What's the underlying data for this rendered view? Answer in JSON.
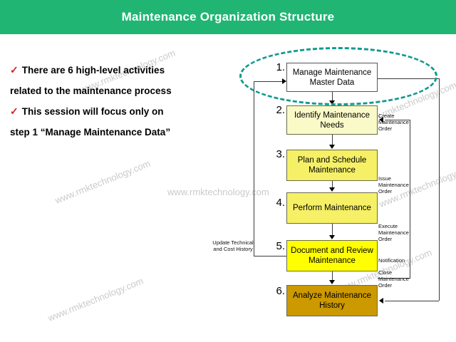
{
  "header": {
    "title": "Maintenance Organization Structure",
    "bg_color": "#21b573",
    "text_color": "#ffffff"
  },
  "bullets": {
    "check_glyph": "✓",
    "check_color": "#d81e1e",
    "items": [
      {
        "line1": "There are 6 high-level activities",
        "line2": "related to the maintenance process"
      },
      {
        "line1": "This session will focus only on",
        "line2": "step 1 “Manage Maintenance Data”"
      }
    ]
  },
  "watermark": {
    "text": "www.rmktechnology.com",
    "color": "#c9cacd"
  },
  "diagram": {
    "highlight": {
      "name": "dashed-ellipse-around-step-1",
      "color": "#129a8e",
      "style": "dashed"
    },
    "steps": [
      {
        "number": "1.",
        "label": "Manage Maintenance\nMaster Data",
        "line1": "Manage Maintenance",
        "line2": "Master Data",
        "color": "#ffffff"
      },
      {
        "number": "2.",
        "label": "Identify Maintenance\nNeeds",
        "line1": "Identify Maintenance",
        "line2": "Needs",
        "color": "#fafac8"
      },
      {
        "number": "3.",
        "label": "Plan and Schedule\nMaintenance",
        "line1": "Plan and Schedule",
        "line2": "Maintenance",
        "color": "#f5f066"
      },
      {
        "number": "4.",
        "label": "Perform Maintenance",
        "line1": "Perform Maintenance",
        "line2": "",
        "color": "#f5f066"
      },
      {
        "number": "5.",
        "label": "Document and Review\nMaintenance",
        "line1": "Document and Review",
        "line2": "Maintenance",
        "color": "#ffff00"
      },
      {
        "number": "6.",
        "label": "Analyze Maintenance\nHistory",
        "line1": "Analyze Maintenance",
        "line2": "History",
        "color": "#cc9900"
      }
    ],
    "annotations": [
      {
        "id": "create",
        "text": "Create\nMaintenance\nOrder"
      },
      {
        "id": "issue",
        "text": "Issue\nMaintenance\nOrder"
      },
      {
        "id": "execute",
        "text": "Execute\nMaintenance\nOrder"
      },
      {
        "id": "notif",
        "text": "Notification"
      },
      {
        "id": "close",
        "text": "Close\nMaintenance\nOrder"
      },
      {
        "id": "update",
        "text": "Update Technical\nand Cost History"
      }
    ]
  }
}
